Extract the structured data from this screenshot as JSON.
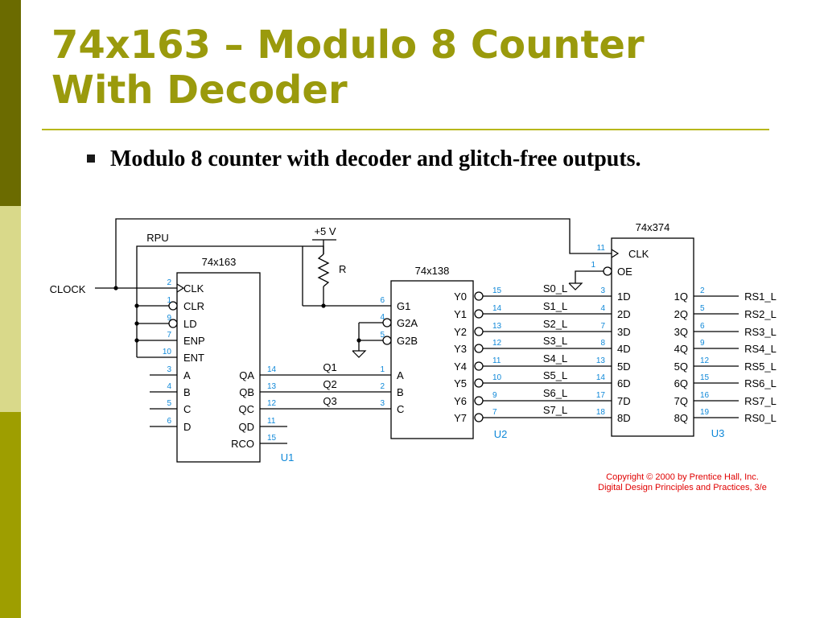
{
  "slide": {
    "title_line1": "74x163 – Modulo 8 Counter",
    "title_line2": "With Decoder",
    "bullet": "Modulo 8 counter with decoder and glitch-free outputs.",
    "colors": {
      "title": "#9a9a0c",
      "sidebar_dark": "#6b6b00",
      "sidebar_light": "#d9d98a",
      "sidebar_mid": "#9e9e00",
      "pin_numbers": "#0f88d8",
      "copyright": "#e00000"
    }
  },
  "schematic": {
    "nets": {
      "clock": "CLOCK",
      "rpu": "RPU",
      "vcc": "+5 V",
      "resistor": "R"
    },
    "u1": {
      "part": "74x163",
      "ref": "U1",
      "left_pins": [
        {
          "num": "2",
          "name": "CLK"
        },
        {
          "num": "1",
          "name": "CLR"
        },
        {
          "num": "9",
          "name": "LD"
        },
        {
          "num": "7",
          "name": "ENP"
        },
        {
          "num": "10",
          "name": "ENT"
        },
        {
          "num": "3",
          "name": "A"
        },
        {
          "num": "4",
          "name": "B"
        },
        {
          "num": "5",
          "name": "C"
        },
        {
          "num": "6",
          "name": "D"
        }
      ],
      "right_pins": [
        {
          "num": "14",
          "name": "QA"
        },
        {
          "num": "13",
          "name": "QB"
        },
        {
          "num": "12",
          "name": "QC"
        },
        {
          "num": "11",
          "name": "QD"
        },
        {
          "num": "15",
          "name": "RCO"
        }
      ]
    },
    "q_nets": [
      "Q1",
      "Q2",
      "Q3"
    ],
    "u2": {
      "part": "74x138",
      "ref": "U2",
      "left_pins": [
        {
          "num": "6",
          "name": "G1"
        },
        {
          "num": "4",
          "name": "G2A"
        },
        {
          "num": "5",
          "name": "G2B"
        },
        {
          "num": "1",
          "name": "A"
        },
        {
          "num": "2",
          "name": "B"
        },
        {
          "num": "3",
          "name": "C"
        }
      ],
      "right_pins": [
        {
          "num": "15",
          "name": "Y0"
        },
        {
          "num": "14",
          "name": "Y1"
        },
        {
          "num": "13",
          "name": "Y2"
        },
        {
          "num": "12",
          "name": "Y3"
        },
        {
          "num": "11",
          "name": "Y4"
        },
        {
          "num": "10",
          "name": "Y5"
        },
        {
          "num": "9",
          "name": "Y6"
        },
        {
          "num": "7",
          "name": "Y7"
        }
      ]
    },
    "s_nets": [
      "S0_L",
      "S1_L",
      "S2_L",
      "S3_L",
      "S4_L",
      "S5_L",
      "S6_L",
      "S7_L"
    ],
    "u3": {
      "part": "74x374",
      "ref": "U3",
      "ctrl_pins": [
        {
          "num": "11",
          "name": "CLK"
        },
        {
          "num": "1",
          "name": "OE"
        }
      ],
      "d_pins": [
        {
          "num": "3",
          "name": "1D"
        },
        {
          "num": "4",
          "name": "2D"
        },
        {
          "num": "7",
          "name": "3D"
        },
        {
          "num": "8",
          "name": "4D"
        },
        {
          "num": "13",
          "name": "5D"
        },
        {
          "num": "14",
          "name": "6D"
        },
        {
          "num": "17",
          "name": "7D"
        },
        {
          "num": "18",
          "name": "8D"
        }
      ],
      "q_pins": [
        {
          "num": "2",
          "name": "1Q"
        },
        {
          "num": "5",
          "name": "2Q"
        },
        {
          "num": "6",
          "name": "3Q"
        },
        {
          "num": "9",
          "name": "4Q"
        },
        {
          "num": "12",
          "name": "5Q"
        },
        {
          "num": "15",
          "name": "6Q"
        },
        {
          "num": "16",
          "name": "7Q"
        },
        {
          "num": "19",
          "name": "8Q"
        }
      ]
    },
    "rs_nets": [
      "RS1_L",
      "RS2_L",
      "RS3_L",
      "RS4_L",
      "RS5_L",
      "RS6_L",
      "RS7_L",
      "RS0_L"
    ],
    "copyright_line1": "Copyright © 2000 by Prentice Hall, Inc.",
    "copyright_line2": "Digital Design Principles and Practices, 3/e"
  }
}
